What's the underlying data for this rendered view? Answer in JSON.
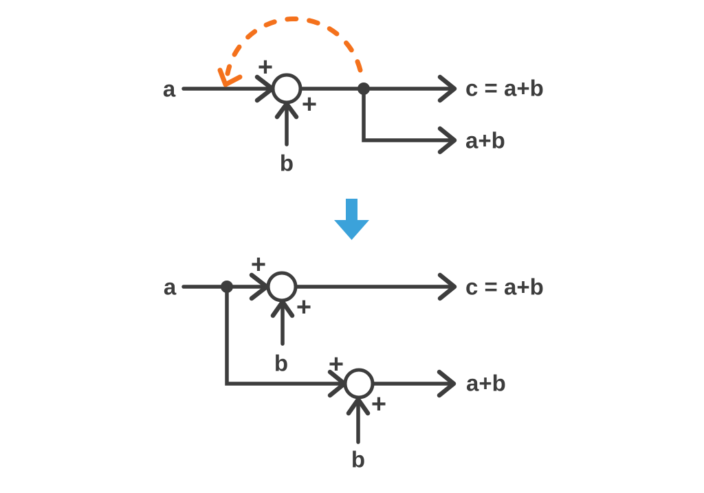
{
  "colors": {
    "line": "#3d3d3d",
    "orange": "#f4711c",
    "blue": "#3ba2da",
    "background": "#ffffff"
  },
  "before": {
    "input_a_label": "a",
    "input_b_label": "b",
    "plus_top_label": "+",
    "plus_bottom_label": "+",
    "output_main_label": "c = a+b",
    "output_branch_label": "a+b"
  },
  "after": {
    "input_a_label": "a",
    "adder1_plus_top_label": "+",
    "adder1_plus_bottom_label": "+",
    "adder1_input_b_label": "b",
    "adder1_output_label": "c = a+b",
    "adder2_plus_top_label": "+",
    "adder2_plus_bottom_label": "+",
    "adder2_input_b_label": "b",
    "adder2_output_label": "a+b"
  }
}
